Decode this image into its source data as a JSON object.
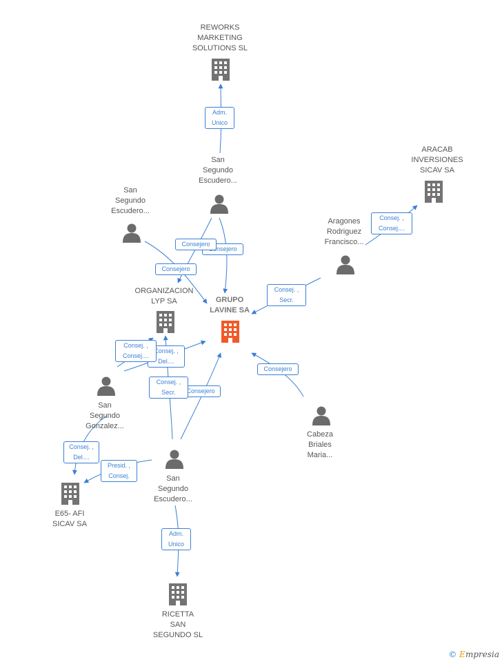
{
  "colors": {
    "edge": "#3a7fd5",
    "company": "#737373",
    "main_company": "#f05a28",
    "person": "#6b6b6b"
  },
  "nodes": {
    "reworks": {
      "label": "REWORKS\nMARKETING\nSOLUTIONS  SL",
      "icon": "building-icon"
    },
    "aracab": {
      "label": "ARACAB\nINVERSIONES\nSICAV SA",
      "icon": "building-icon"
    },
    "organizacion": {
      "label": "ORGANIZACION\nLYP SA",
      "icon": "building-icon"
    },
    "grupo": {
      "label": "GRUPO\nLAVINE SA",
      "icon": "building-icon"
    },
    "e65": {
      "label": "E65- AFI\nSICAV SA",
      "icon": "building-icon"
    },
    "ricetta": {
      "label": "RICETTA\nSAN\nSEGUNDO SL",
      "icon": "building-icon"
    },
    "p_top": {
      "label": "San\nSegundo\nEscudero...",
      "icon": "person-icon"
    },
    "p_left": {
      "label": "San\nSegundo\nEscudero...",
      "icon": "person-icon"
    },
    "p_aragones": {
      "label": "Aragones\nRodriguez\nFrancisco...",
      "icon": "person-icon"
    },
    "p_gonzalez": {
      "label": "San\nSegundo\nGonzalez...",
      "icon": "person-icon"
    },
    "p_bottom": {
      "label": "San\nSegundo\nEscudero...",
      "icon": "person-icon"
    },
    "p_cabeza": {
      "label": "Cabeza\nBriales\nMaria...",
      "icon": "person-icon"
    }
  },
  "edges": {
    "e1": "Adm.\nUnico",
    "e2": "Consejero",
    "e3": "Consejero",
    "e4": "Consejero",
    "e5": "Consej. ,\nConsej....",
    "e6": "Consej. ,\nSecr.",
    "e7": "Consejero",
    "e8": "Consej. ,\nConsej....",
    "e9": "Consej. ,\nDel....",
    "e10": "Consej. ,\nSecr.",
    "e11": "Consejero",
    "e12": "Consej. ,\nDel....",
    "e13": "Presid. ,\nConsej.",
    "e14": "Adm.\nUnico"
  },
  "copyright": {
    "symbol": "©",
    "brand_first": "E",
    "brand_rest": "mpresia"
  }
}
